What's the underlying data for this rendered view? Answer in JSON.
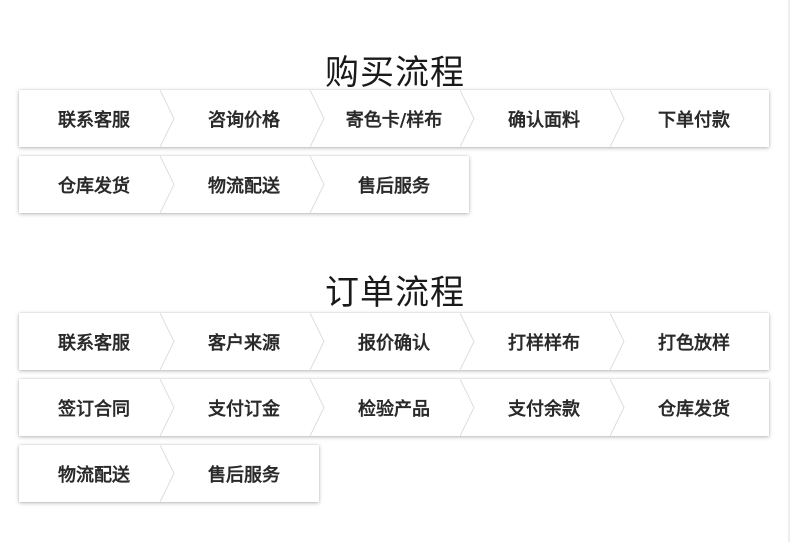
{
  "purchase": {
    "title": "购买流程",
    "row1": [
      "联系客服",
      "咨询价格",
      "寄色卡/样布",
      "确认面料",
      "下单付款"
    ],
    "row2": [
      "仓库发货",
      "物流配送",
      "售后服务"
    ]
  },
  "order": {
    "title": "订单流程",
    "row1": [
      "联系客服",
      "客户来源",
      "报价确认",
      "打样样布",
      "打色放样"
    ],
    "row2": [
      "签订合同",
      "支付订金",
      "检验产品",
      "支付余款",
      "仓库发货"
    ],
    "row3": [
      "物流配送",
      "售后服务"
    ]
  }
}
